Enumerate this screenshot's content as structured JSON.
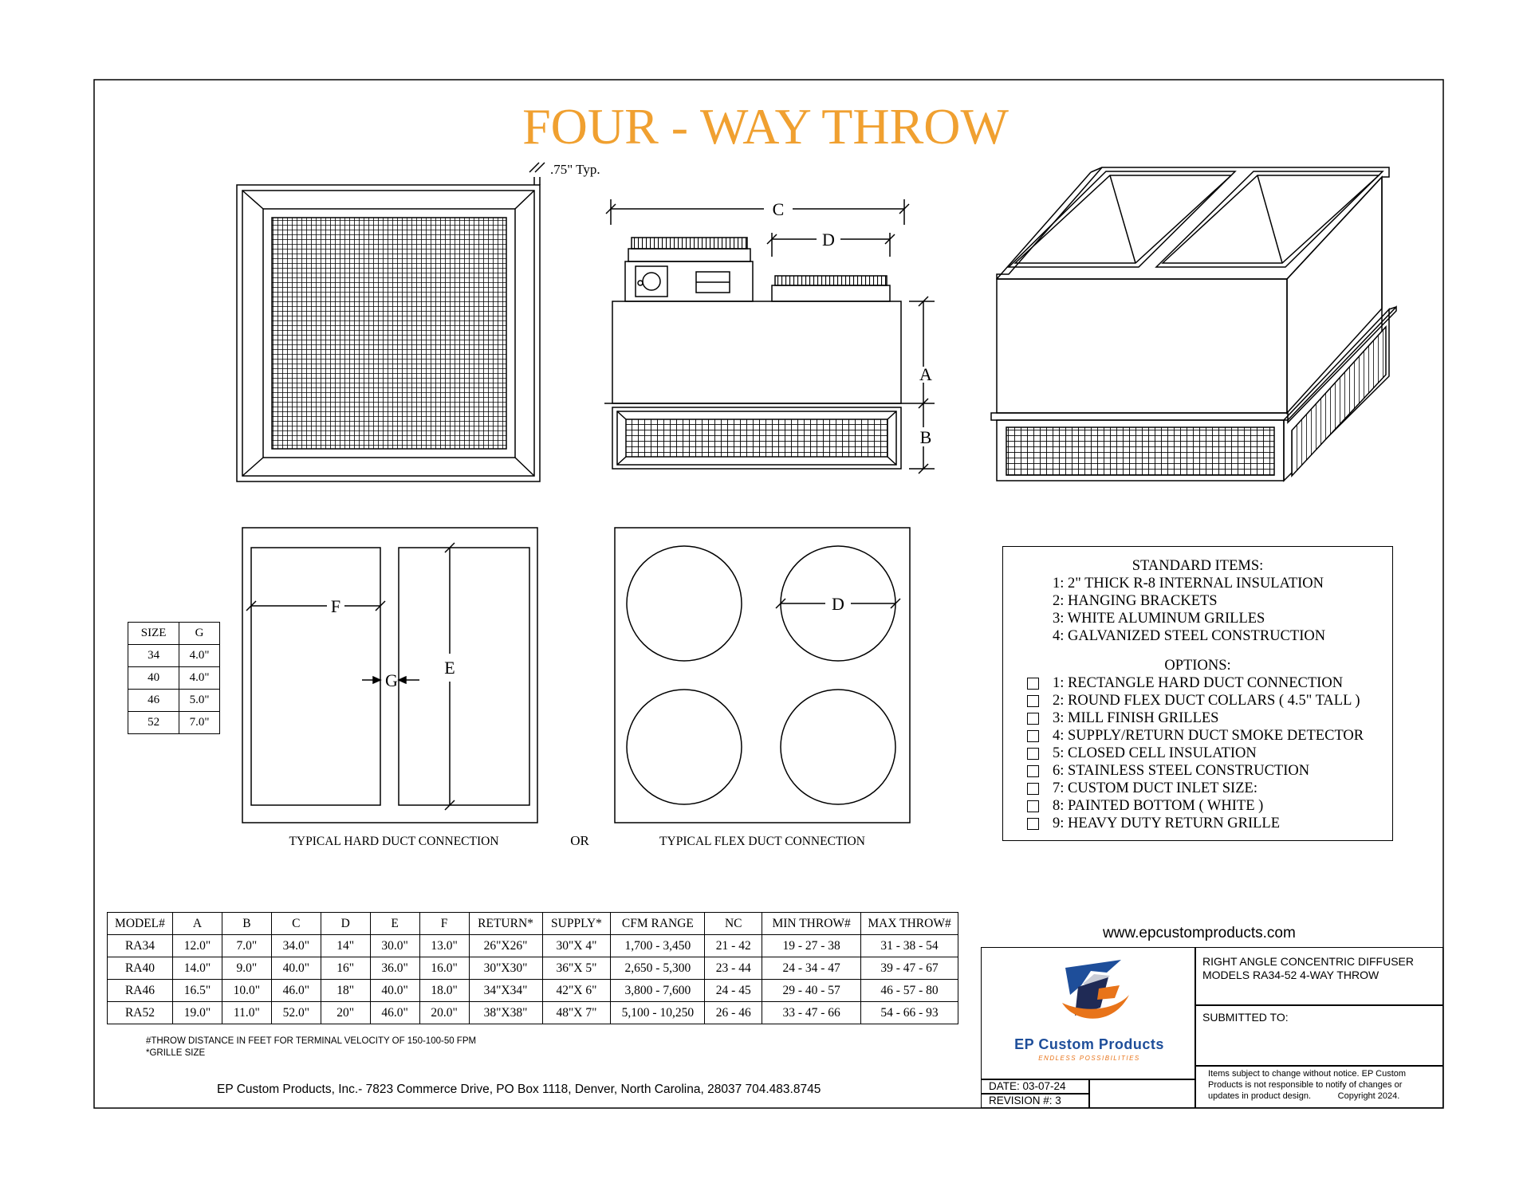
{
  "title": "FOUR - WAY THROW",
  "drawing": {
    "typ_note": ".75\" Typ.",
    "dim_labels": {
      "a": "A",
      "b": "B",
      "c": "C",
      "d": "D",
      "e": "E",
      "f": "F",
      "g": "G"
    },
    "hard_duct_caption": "TYPICAL HARD DUCT CONNECTION",
    "or_label": "OR",
    "flex_duct_caption": "TYPICAL FLEX DUCT CONNECTION"
  },
  "size_table": {
    "headers": [
      "SIZE",
      "G"
    ],
    "rows": [
      [
        "34",
        "4.0\""
      ],
      [
        "40",
        "4.0\""
      ],
      [
        "46",
        "5.0\""
      ],
      [
        "52",
        "7.0\""
      ]
    ]
  },
  "standard_items": {
    "heading": "STANDARD ITEMS:",
    "items": [
      "1: 2\" THICK R-8 INTERNAL INSULATION",
      "2: HANGING BRACKETS",
      "3: WHITE ALUMINUM GRILLES",
      "4: GALVANIZED STEEL CONSTRUCTION"
    ],
    "options_heading": "OPTIONS:",
    "options": [
      "1: RECTANGLE HARD DUCT CONNECTION",
      "2: ROUND FLEX DUCT COLLARS ( 4.5\" TALL )",
      "3: MILL FINISH GRILLES",
      "4: SUPPLY/RETURN DUCT SMOKE DETECTOR",
      "5: CLOSED CELL INSULATION",
      "6: STAINLESS STEEL CONSTRUCTION",
      "7: CUSTOM DUCT INLET SIZE:",
      "8: PAINTED BOTTOM ( WHITE )",
      "9: HEAVY DUTY RETURN GRILLE"
    ]
  },
  "spec_table": {
    "headers": [
      "MODEL#",
      "A",
      "B",
      "C",
      "D",
      "E",
      "F",
      "RETURN*",
      "SUPPLY*",
      "CFM RANGE",
      "NC",
      "MIN THROW#",
      "MAX THROW#"
    ],
    "rows": [
      [
        "RA34",
        "12.0\"",
        "7.0\"",
        "34.0\"",
        "14\"",
        "30.0\"",
        "13.0\"",
        "26\"X26\"",
        "30\"X 4\"",
        "1,700 - 3,450",
        "21 - 42",
        "19 - 27 - 38",
        "31 - 38 - 54"
      ],
      [
        "RA40",
        "14.0\"",
        "9.0\"",
        "40.0\"",
        "16\"",
        "36.0\"",
        "16.0\"",
        "30\"X30\"",
        "36\"X 5\"",
        "2,650 - 5,300",
        "23 - 44",
        "24 - 34 - 47",
        "39 - 47 - 67"
      ],
      [
        "RA46",
        "16.5\"",
        "10.0\"",
        "46.0\"",
        "18\"",
        "40.0\"",
        "18.0\"",
        "34\"X34\"",
        "42\"X 6\"",
        "3,800 - 7,600",
        "24 - 45",
        "29 - 40 - 57",
        "46 - 57 - 80"
      ],
      [
        "RA52",
        "19.0\"",
        "11.0\"",
        "52.0\"",
        "20\"",
        "46.0\"",
        "20.0\"",
        "38\"X38\"",
        "48\"X 7\"",
        "5,100 - 10,250",
        "26 - 46",
        "33 - 47 - 66",
        "54 - 66 - 93"
      ]
    ],
    "note1": "#THROW DISTANCE IN FEET FOR TERMINAL VELOCITY OF 150-100-50 FPM",
    "note2": "*GRILLE SIZE"
  },
  "footer_address": "EP Custom Products, Inc.- 7823 Commerce Drive, PO Box 1118, Denver, North Carolina, 28037    704.483.8745",
  "title_block": {
    "website": "www.epcustomproducts.com",
    "product_line1": "RIGHT ANGLE CONCENTRIC DIFFUSER",
    "product_line2": "MODELS  RA34-52 4-WAY THROW",
    "submitted_to": "SUBMITTED TO:",
    "logo_name": "EP Custom Products",
    "logo_tagline": "ENDLESS  POSSIBILITIES",
    "date": "DATE: 03-07-24",
    "revision": "REVISION #:  3",
    "disclaimer_line1": "Items subject to change without notice. EP Custom",
    "disclaimer_line2": "Products is not responsible to notify of changes or",
    "disclaimer_line3": "updates in product design.           Copyright 2024."
  },
  "colors": {
    "title": "#F0A030",
    "logo_orange": "#E8741A",
    "logo_blue": "#1E4E9A",
    "logo_navy": "#1F2A55"
  }
}
